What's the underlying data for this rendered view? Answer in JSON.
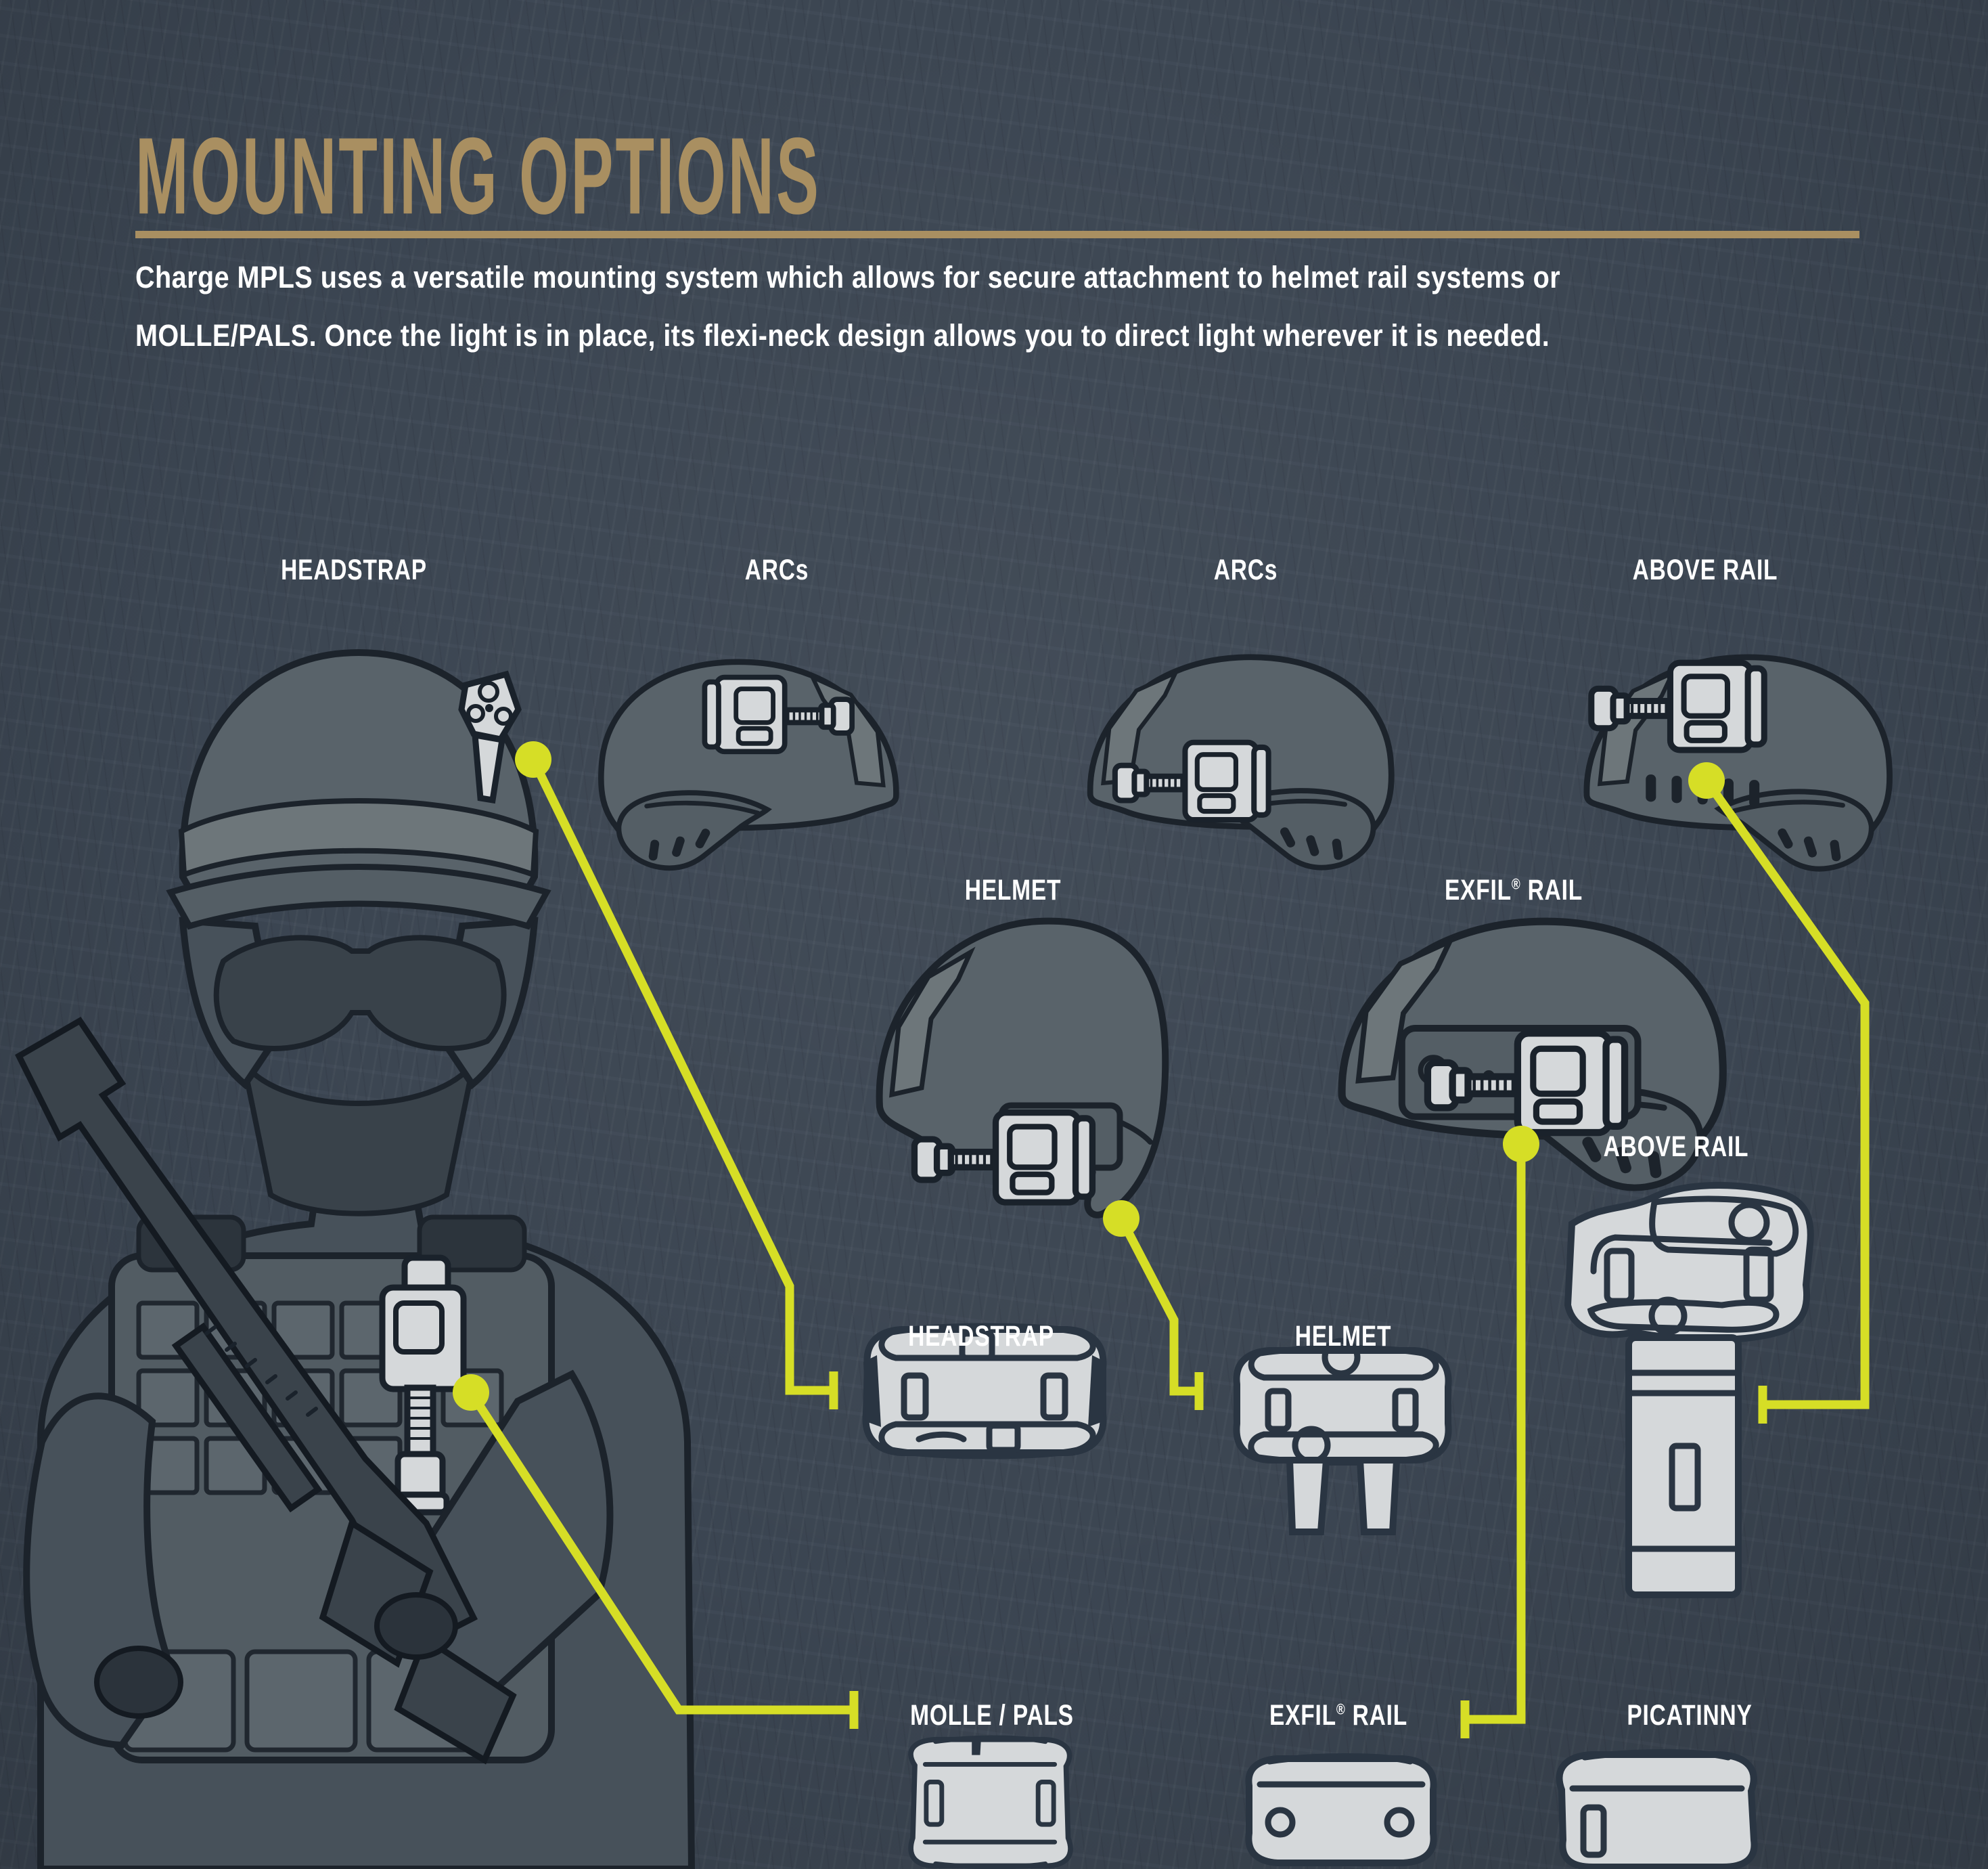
{
  "header": {
    "title": "MOUNTING OPTIONS",
    "description_line1": "Charge MPLS uses a versatile mounting system which allows for secure attachment to helmet rail systems or",
    "description_line2": "MOLLE/PALS. Once the light is in place, its flexi-neck design allows you to direct light wherever it is needed."
  },
  "colors": {
    "background": "#3c4653",
    "accent_tan": "#a98f61",
    "text_white": "#ffffff",
    "connector_yellow": "#d6de26",
    "helmet_gray": "#59636a",
    "mount_light_gray": "#d5d8da",
    "outline_dark": "#1c232b"
  },
  "diagram": {
    "top_row": {
      "headstrap": "HEADSTRAP",
      "arcs_1": "ARCs",
      "arcs_2": "ARCs",
      "above_rail": "ABOVE RAIL"
    },
    "middle_row": {
      "helmet": "HELMET",
      "exfil": {
        "name": "EXFIL",
        "reg": "®",
        "suffix": " RAIL"
      }
    },
    "mounts": {
      "above_rail": "ABOVE RAIL",
      "headstrap": "HEADSTRAP",
      "helmet": "HELMET",
      "molle_pals": "MOLLE / PALS",
      "exfil": {
        "name": "EXFIL",
        "reg": "®",
        "suffix": " RAIL"
      },
      "picatinny": "PICATINNY"
    }
  }
}
